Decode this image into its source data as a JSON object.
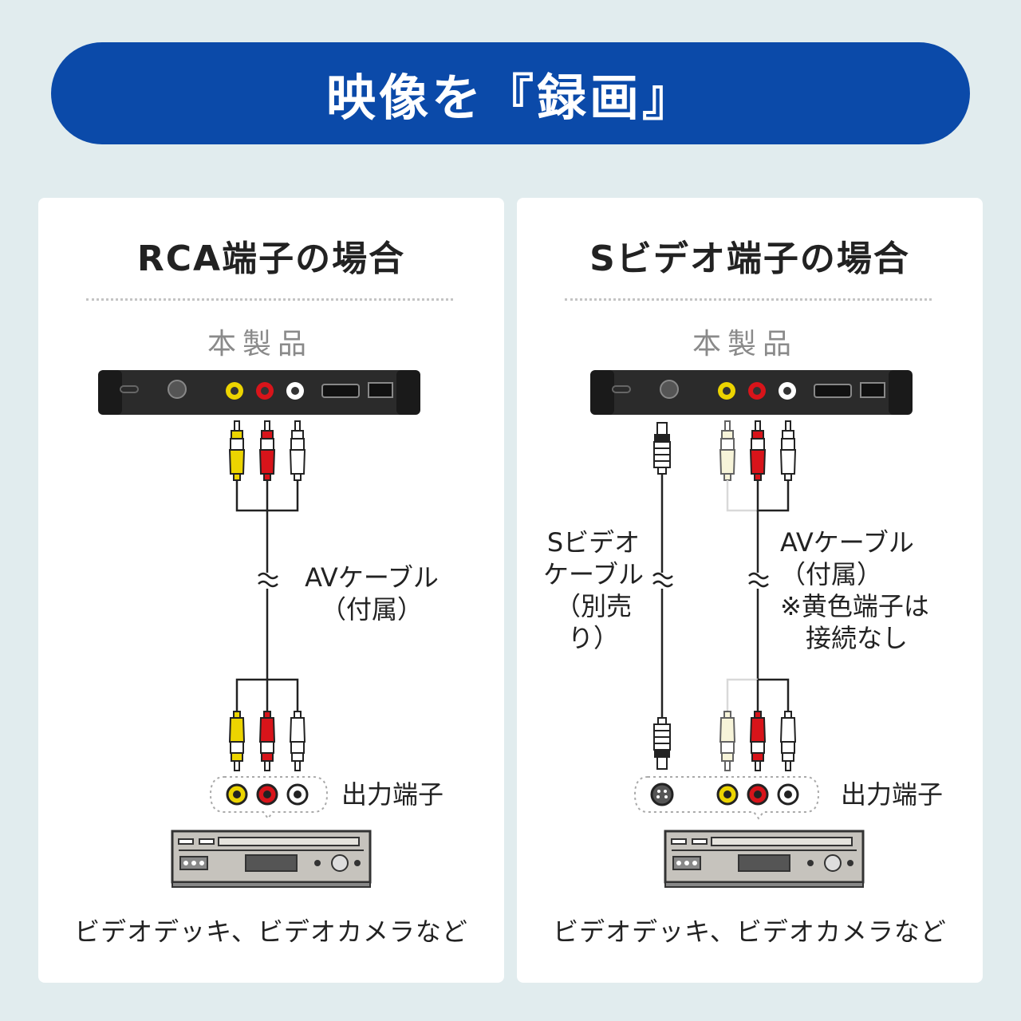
{
  "header": {
    "title": "映像を『録画』"
  },
  "colors": {
    "banner": "#0b4aa9",
    "background": "#e1ecee",
    "yellow_plug": "#ecd400",
    "red_plug": "#d8141a",
    "white_plug": "#ffffff",
    "device_body": "#2b2b2b",
    "vcr_body": "#c6c3bd"
  },
  "panels": {
    "left": {
      "title": "RCA端子の場合",
      "product_label": "本製品",
      "cable_label": "AVケーブル\n（付属）",
      "output_label": "出力端子",
      "source_label": "ビデオデッキ、ビデオカメラなど"
    },
    "right": {
      "title": "Sビデオ端子の場合",
      "product_label": "本製品",
      "svideo_cable_label": "Sビデオ\nケーブル\n（別売り）",
      "cable_label": "AVケーブル\n（付属）\n※黄色端子は\n　接続なし",
      "output_label": "出力端子",
      "source_label": "ビデオデッキ、ビデオカメラなど"
    }
  },
  "icons": {
    "device": "capture-device-icon",
    "vcr": "video-deck-icon",
    "rca_plug": "rca-plug-icon",
    "svideo_plug": "svideo-plug-icon",
    "rca_jack": "rca-jack-icon",
    "svideo_jack": "svideo-jack-icon",
    "cable_break": "cable-break-icon"
  }
}
